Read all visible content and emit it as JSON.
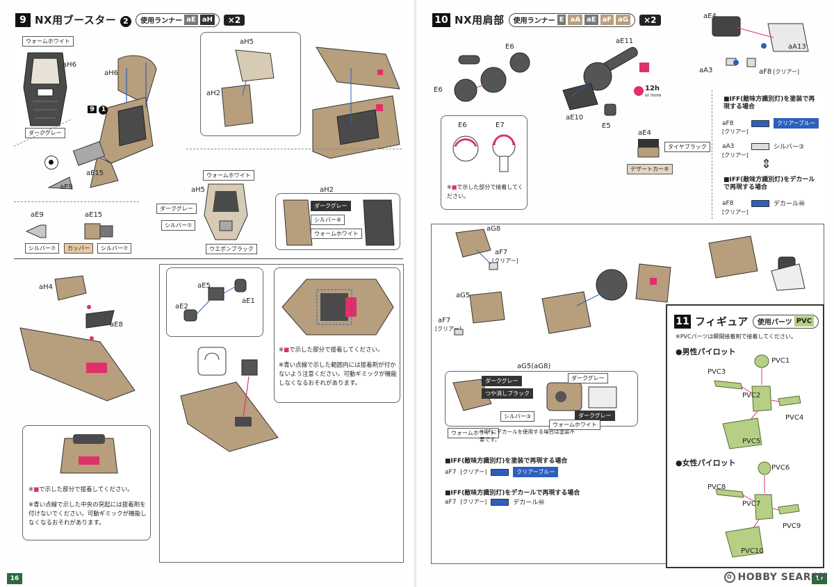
{
  "left_page": {
    "page_number": "16",
    "step9": {
      "number": "9",
      "title": "NX用ブースター",
      "title_circle": "2",
      "runner_label": "使用ランナー",
      "runners": [
        "aE",
        "aH"
      ],
      "multiplier": "×2",
      "sub_ref_num": "9",
      "sub_ref_circle": "1",
      "parts": [
        "aH6",
        "aH5",
        "aH2",
        "aE15",
        "aE9",
        "aE9",
        "aE15",
        "aH5",
        "aH2"
      ],
      "colors": {
        "warm_white": "ウォームホワイト",
        "dark_gray": "ダークグレー",
        "silver_7": "シルバー⑦",
        "silver_8": "シルバー⑧",
        "copper": "カッパー",
        "weapon_black": "ウエポンブラック"
      }
    },
    "lower": {
      "parts": [
        "aH4",
        "aE8",
        "aE5",
        "aE2",
        "aE1"
      ],
      "note_right_1a": "で示した部分で接着してください。",
      "note_right_2": "※青い点線で示した範囲内には接着剤が付かないよう注意ください。可動ギミックが機能しなくなるおそれがあります。",
      "note_left_1a": "で示した部分で接着してください。",
      "note_left_2": "※青い点線で示した中央の突起には接着剤を付けないでください。可動ギミックが機能しなくなるおそれがあります。"
    }
  },
  "right_page": {
    "page_number": "17",
    "step10": {
      "number": "10",
      "title": "NX用肩部",
      "runner_label": "使用ランナー",
      "runners": [
        "E",
        "aA",
        "aE",
        "aF",
        "aG"
      ],
      "multiplier": "×2",
      "parts": [
        "E6",
        "E6",
        "E6",
        "E7",
        "aE11",
        "aE10",
        "E5",
        "aE4",
        "aA13",
        "aA3",
        "aF8",
        "aG8",
        "aF7",
        "aG5",
        "aF7"
      ],
      "clear_tag": "[クリアー]",
      "time_label": "12h",
      "time_sub": "or more",
      "note_pink_a": "で示した部分で接着してください。",
      "tire_black": "タイヤブラック",
      "desert_khaki": "デザートカーキ"
    },
    "iff_box": {
      "paint_head": "■IFF(敵味方識別灯)を塗装で再現する場合",
      "decal_head": "■IFF(敵味方識別灯)をデカールで再現する場合",
      "rows_paint": [
        {
          "part": "aF8",
          "sub": "[クリアー]",
          "color_label": "クリアーブルー"
        },
        {
          "part": "aA3",
          "sub": "[クリアー]",
          "color_label": "シルバー③"
        }
      ],
      "rows_decal": [
        {
          "part": "aF8",
          "sub": "[クリアー]",
          "color_label": "デカール㊽"
        }
      ]
    },
    "ag5_box": {
      "title": "aG5(aG8)",
      "colors": [
        "ダークグレー",
        "つや消しブラック",
        "ウォームホワイト",
        "シルバー③",
        "ウォームホワイト",
        "ダークグレー",
        "ダークグレー"
      ],
      "note": "※IFFにデカールを使用する場合は塗装不要です。"
    },
    "iff_bottom": {
      "paint_head": "■IFF(敵味方識別灯)を塗装で再現する場合",
      "paint_part": "aF7",
      "paint_sub": "[クリアー]",
      "paint_color": "クリアーブルー",
      "decal_head": "■IFF(敵味方識別灯)をデカールで再現する場合",
      "decal_part": "aF7",
      "decal_sub": "[クリアー]",
      "decal_color": "デカール㊽"
    },
    "step11": {
      "number": "11",
      "title": "フィギュア",
      "runner_label": "使用パーツ",
      "runner": "PVC",
      "note": "※PVCパーツは瞬間接着剤で接着してください。",
      "male_head": "●男性パイロット",
      "female_head": "●女性パイロット",
      "male_parts": [
        "PVC1",
        "PVC2",
        "PVC3",
        "PVC4",
        "PVC5"
      ],
      "female_parts": [
        "PVC6",
        "PVC7",
        "PVC8",
        "PVC9",
        "PVC10"
      ]
    }
  },
  "watermark": "HOBBY SEARCH",
  "palette": {
    "tan": "#b79e7d",
    "tan_dark": "#8a7358",
    "dark_gray": "#4a4a4a",
    "pink": "#e0306a",
    "blue": "#2d5fbd",
    "pvc_green": "#b5cf84"
  }
}
